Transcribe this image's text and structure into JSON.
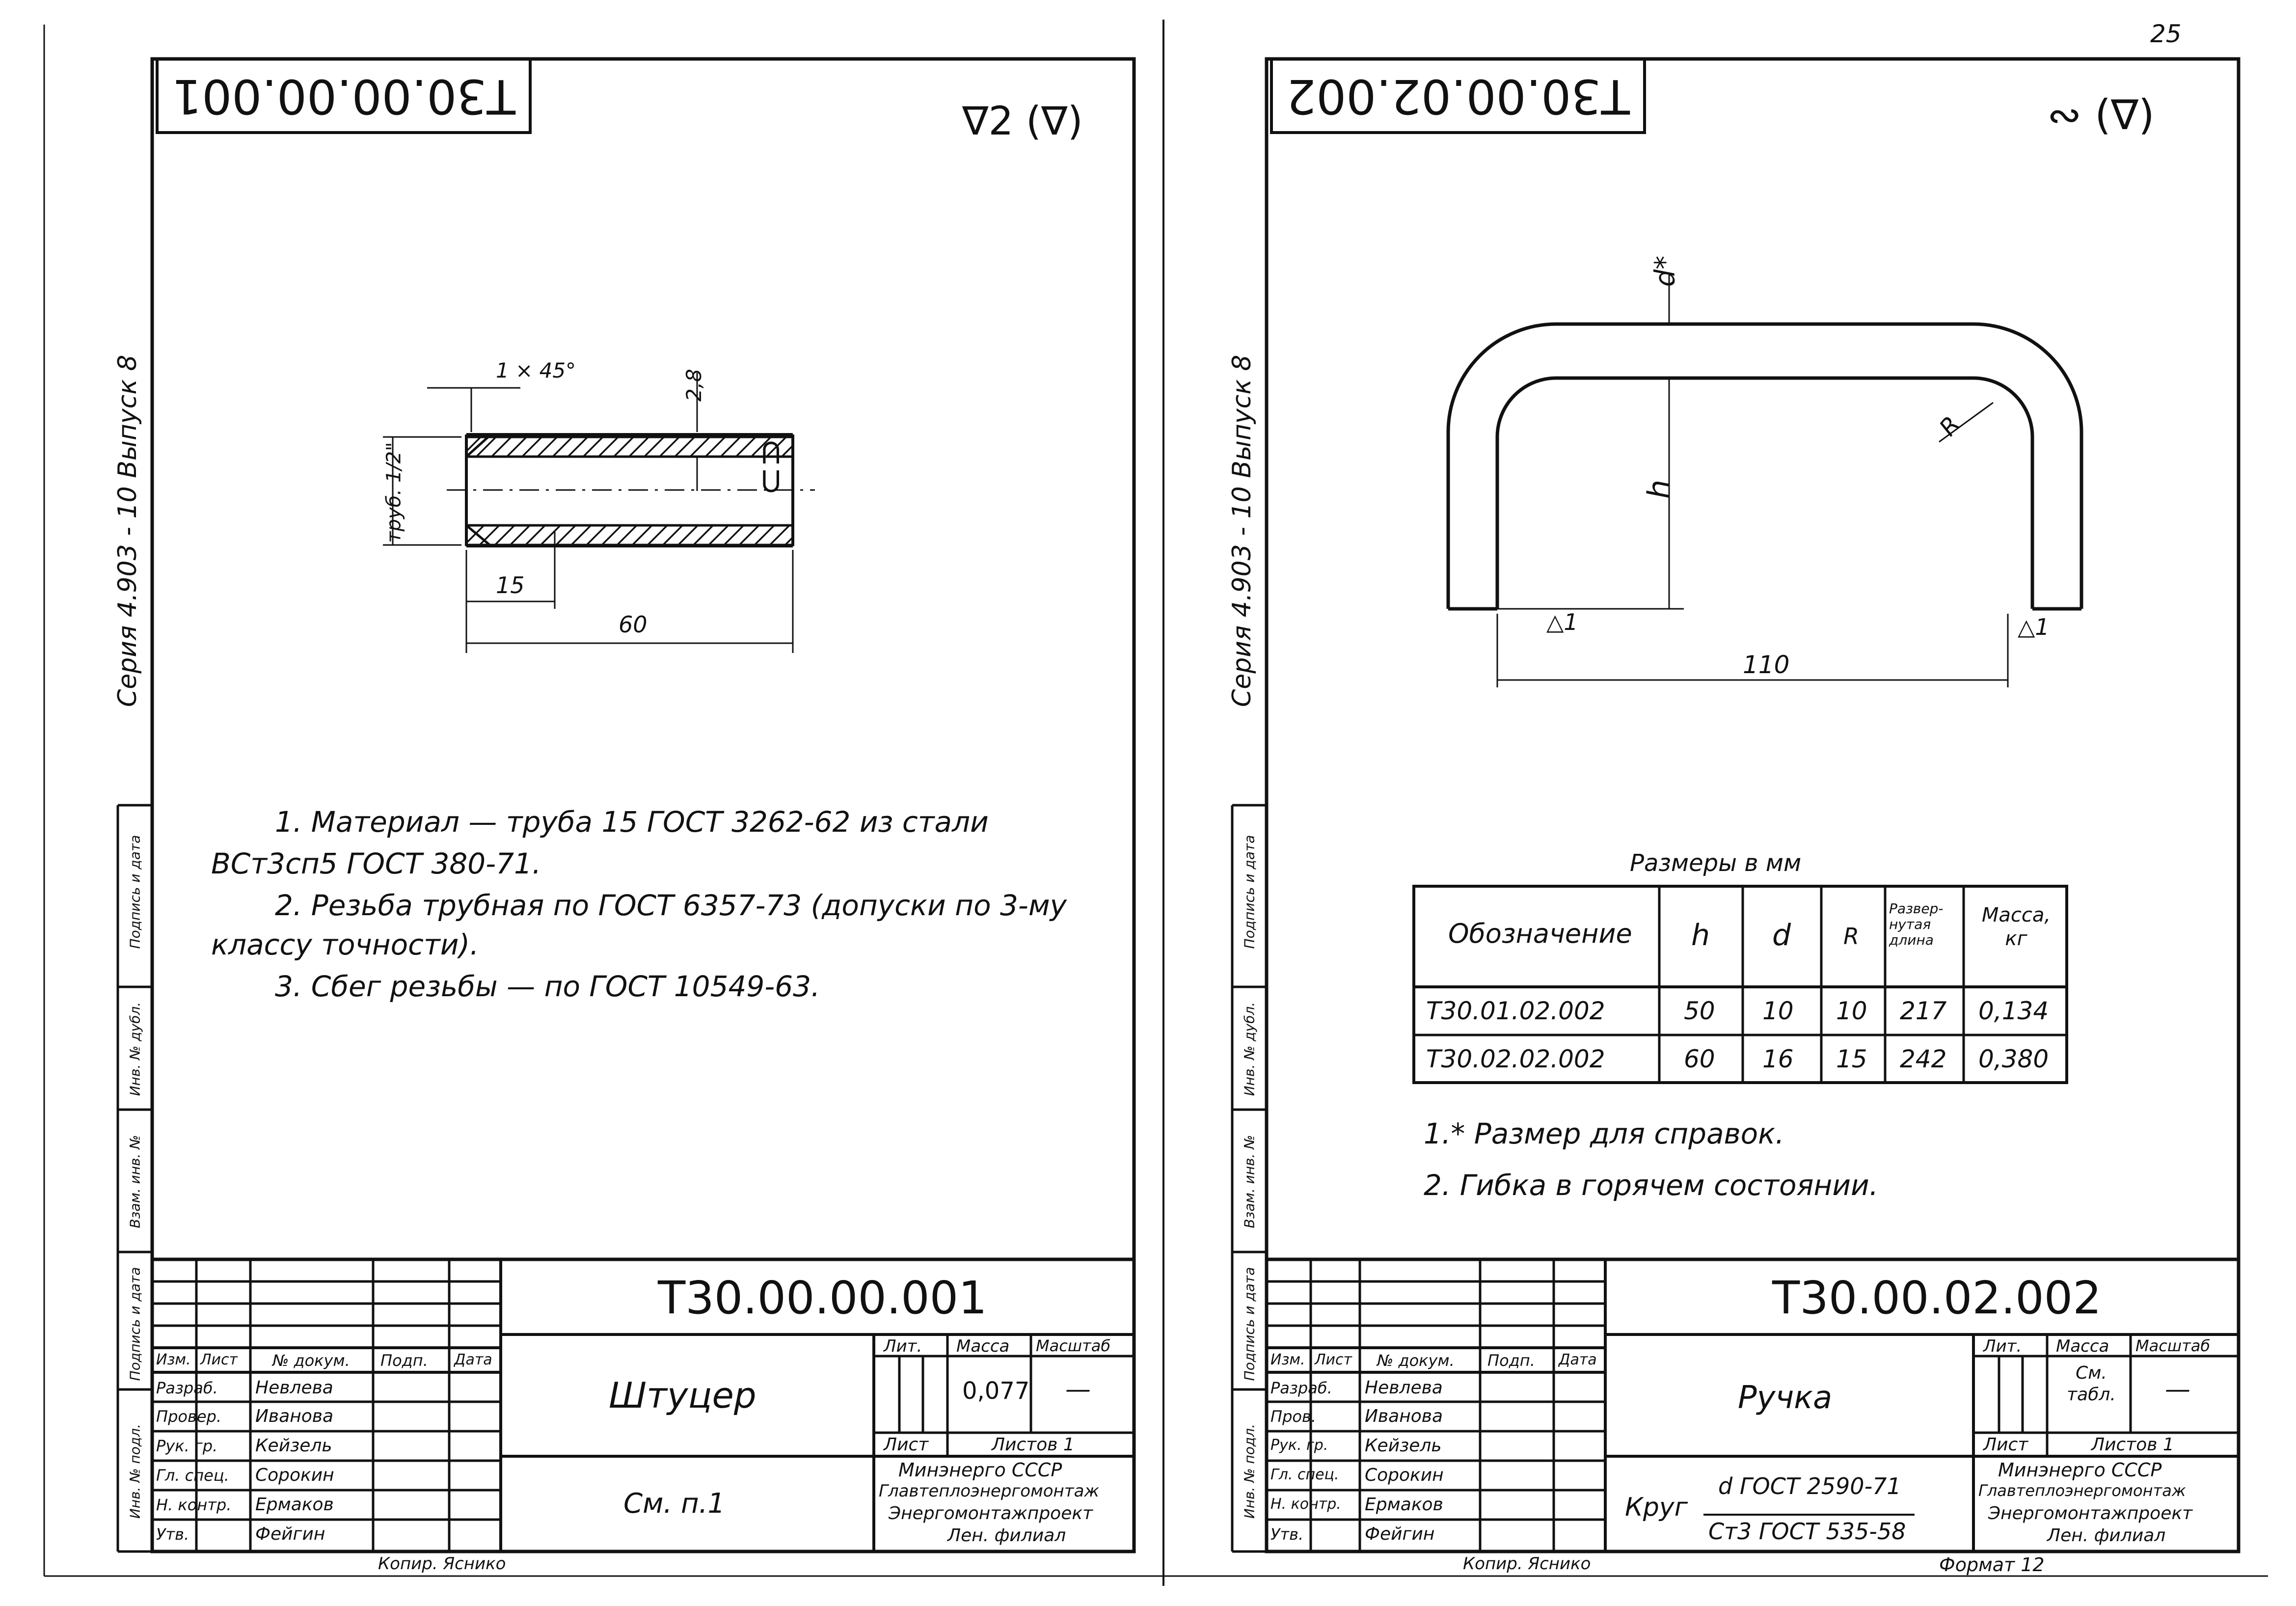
{
  "page_number": "25",
  "series": "Серия 4.903 - 10  Выпуск 8",
  "side_labels": [
    "Инв. № подл.",
    "Подпись и дата",
    "Взам. инв. №",
    "Инв. № дубл.",
    "Подпись и дата"
  ],
  "left": {
    "code_rotated": "Т30.00.00.001",
    "roughness": "∇2 (∇)",
    "dims": {
      "chamfer": "1 × 45°",
      "wall": "2,8",
      "pipe": "труб. 1/2\"",
      "thread": "15",
      "length": "60"
    },
    "notes": [
      "1. Материал — труба 15 ГОСТ 3262-62 из стали",
      "ВСт3сп5 ГОСТ 380-71.",
      "2. Резьба трубная по ГОСТ 6357-73 (допуски по 3-му",
      "классу точности).",
      "3. Сбег резьбы — по ГОСТ 10549-63."
    ],
    "stamp": {
      "code": "Т30.00.00.001",
      "name": "Штуцер",
      "material": "См. п.1",
      "lit_label": "Лит.",
      "mass_label": "Масса",
      "scale_label": "Масштаб",
      "mass": "0,077",
      "scale": "—",
      "sheet_label": "Лист",
      "sheets_label": "Листов 1",
      "org": [
        "Минэнерго СССР",
        "Главтеплоэнергомонтаж",
        "Энергомонтажпроект",
        "Лен. филиал"
      ],
      "header": [
        "Изм.",
        "Лист",
        "№ докум.",
        "Подп.",
        "Дата"
      ],
      "roles": [
        {
          "role": "Разраб.",
          "name": "Невлева"
        },
        {
          "role": "Провер.",
          "name": "Иванова"
        },
        {
          "role": "Рук. гр.",
          "name": "Кейзель"
        },
        {
          "role": "Гл. спец.",
          "name": "Сорокин"
        },
        {
          "role": "Н. контр.",
          "name": "Ермаков"
        },
        {
          "role": "Утв.",
          "name": "Фейгин"
        }
      ]
    },
    "copier": "Копир. Яснико"
  },
  "right": {
    "code_rotated": "Т30.00.02.002",
    "roughness": "∾ (∇)",
    "dims": {
      "d": "d*",
      "h": "h",
      "r": "R",
      "width": "110",
      "mark1": "1",
      "mark2": "1"
    },
    "table_title": "Размеры в мм",
    "table": {
      "headers": [
        "Обозначение",
        "h",
        "d",
        "R",
        "Развер- нутая длина",
        "Масса, кг"
      ],
      "rows": [
        [
          "Т30.01.02.002",
          "50",
          "10",
          "10",
          "217",
          "0,134"
        ],
        [
          "Т30.02.02.002",
          "60",
          "16",
          "15",
          "242",
          "0,380"
        ]
      ]
    },
    "notes": [
      "1.* Размер для справок.",
      "2. Гибка в горячем состоянии."
    ],
    "stamp": {
      "code": "Т30.00.02.002",
      "name": "Ручка",
      "material_prefix": "Круг",
      "material_num": "d ГОСТ 2590-71",
      "material_den": "Ст3 ГОСТ 535-58",
      "lit_label": "Лит.",
      "mass_label": "Масса",
      "scale_label": "Масштаб",
      "mass": "См. табл.",
      "scale": "—",
      "sheet_label": "Лист",
      "sheets_label": "Листов 1",
      "org": [
        "Минэнерго СССР",
        "Главтеплоэнергомонтаж",
        "Энергомонтажпроект",
        "Лен. филиал"
      ],
      "header": [
        "Изм.",
        "Лист",
        "№ докум.",
        "Подп.",
        "Дата"
      ],
      "roles": [
        {
          "role": "Разраб.",
          "name": "Невлева"
        },
        {
          "role": "Пров.",
          "name": "Иванова"
        },
        {
          "role": "Рук. гр.",
          "name": "Кейзель"
        },
        {
          "role": "Гл. спец.",
          "name": "Сорокин"
        },
        {
          "role": "Н. контр.",
          "name": "Ермаков"
        },
        {
          "role": "Утв.",
          "name": "Фейгин"
        }
      ]
    },
    "copier": "Копир. Яснико",
    "format": "Формат 12"
  }
}
